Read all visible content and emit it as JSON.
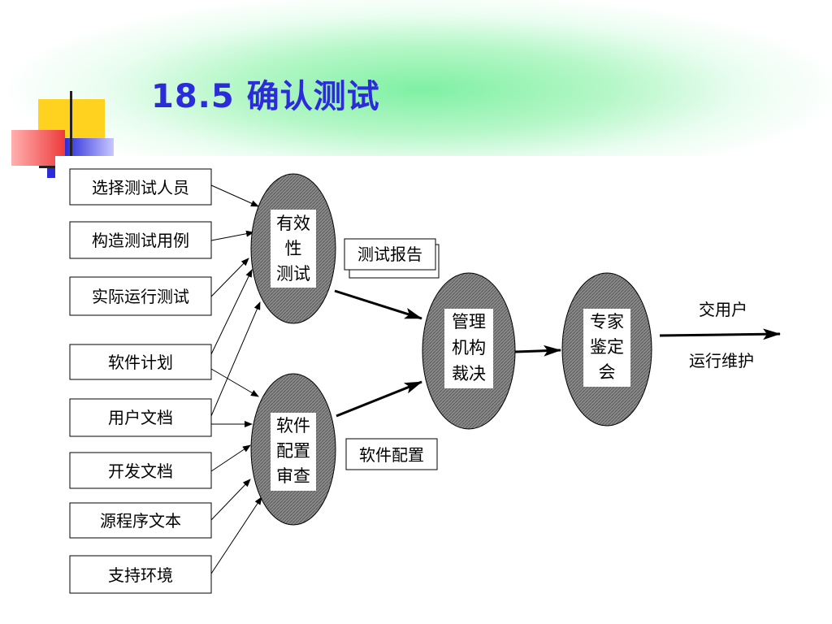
{
  "slide": {
    "title": "18.5  确认测试"
  },
  "inputs": [
    "选择测试人员",
    "构造测试用例",
    "实际运行测试",
    "软件计划",
    "用户文档",
    "开发文档",
    "源程序文本",
    "支持环境"
  ],
  "nodes": {
    "validity_test": [
      "有效",
      "性",
      "测试"
    ],
    "config_review": [
      "软件",
      "配置",
      "审查"
    ],
    "management": [
      "管理",
      "机构",
      "裁决"
    ],
    "expert": [
      "专家",
      "鉴定",
      "会"
    ]
  },
  "labels": {
    "test_report": "测试报告",
    "software_config": "软件配置",
    "deliver_user": "交用户",
    "operation_maintenance": "运行维护"
  },
  "colors": {
    "title": "#2b2bd9",
    "banner_green": "#7ff0a3",
    "deco_yellow": "#ffd21f",
    "deco_red": "#ee3b3b",
    "deco_blue": "#2b2bd9",
    "node_fill": "#9a9a9a"
  }
}
